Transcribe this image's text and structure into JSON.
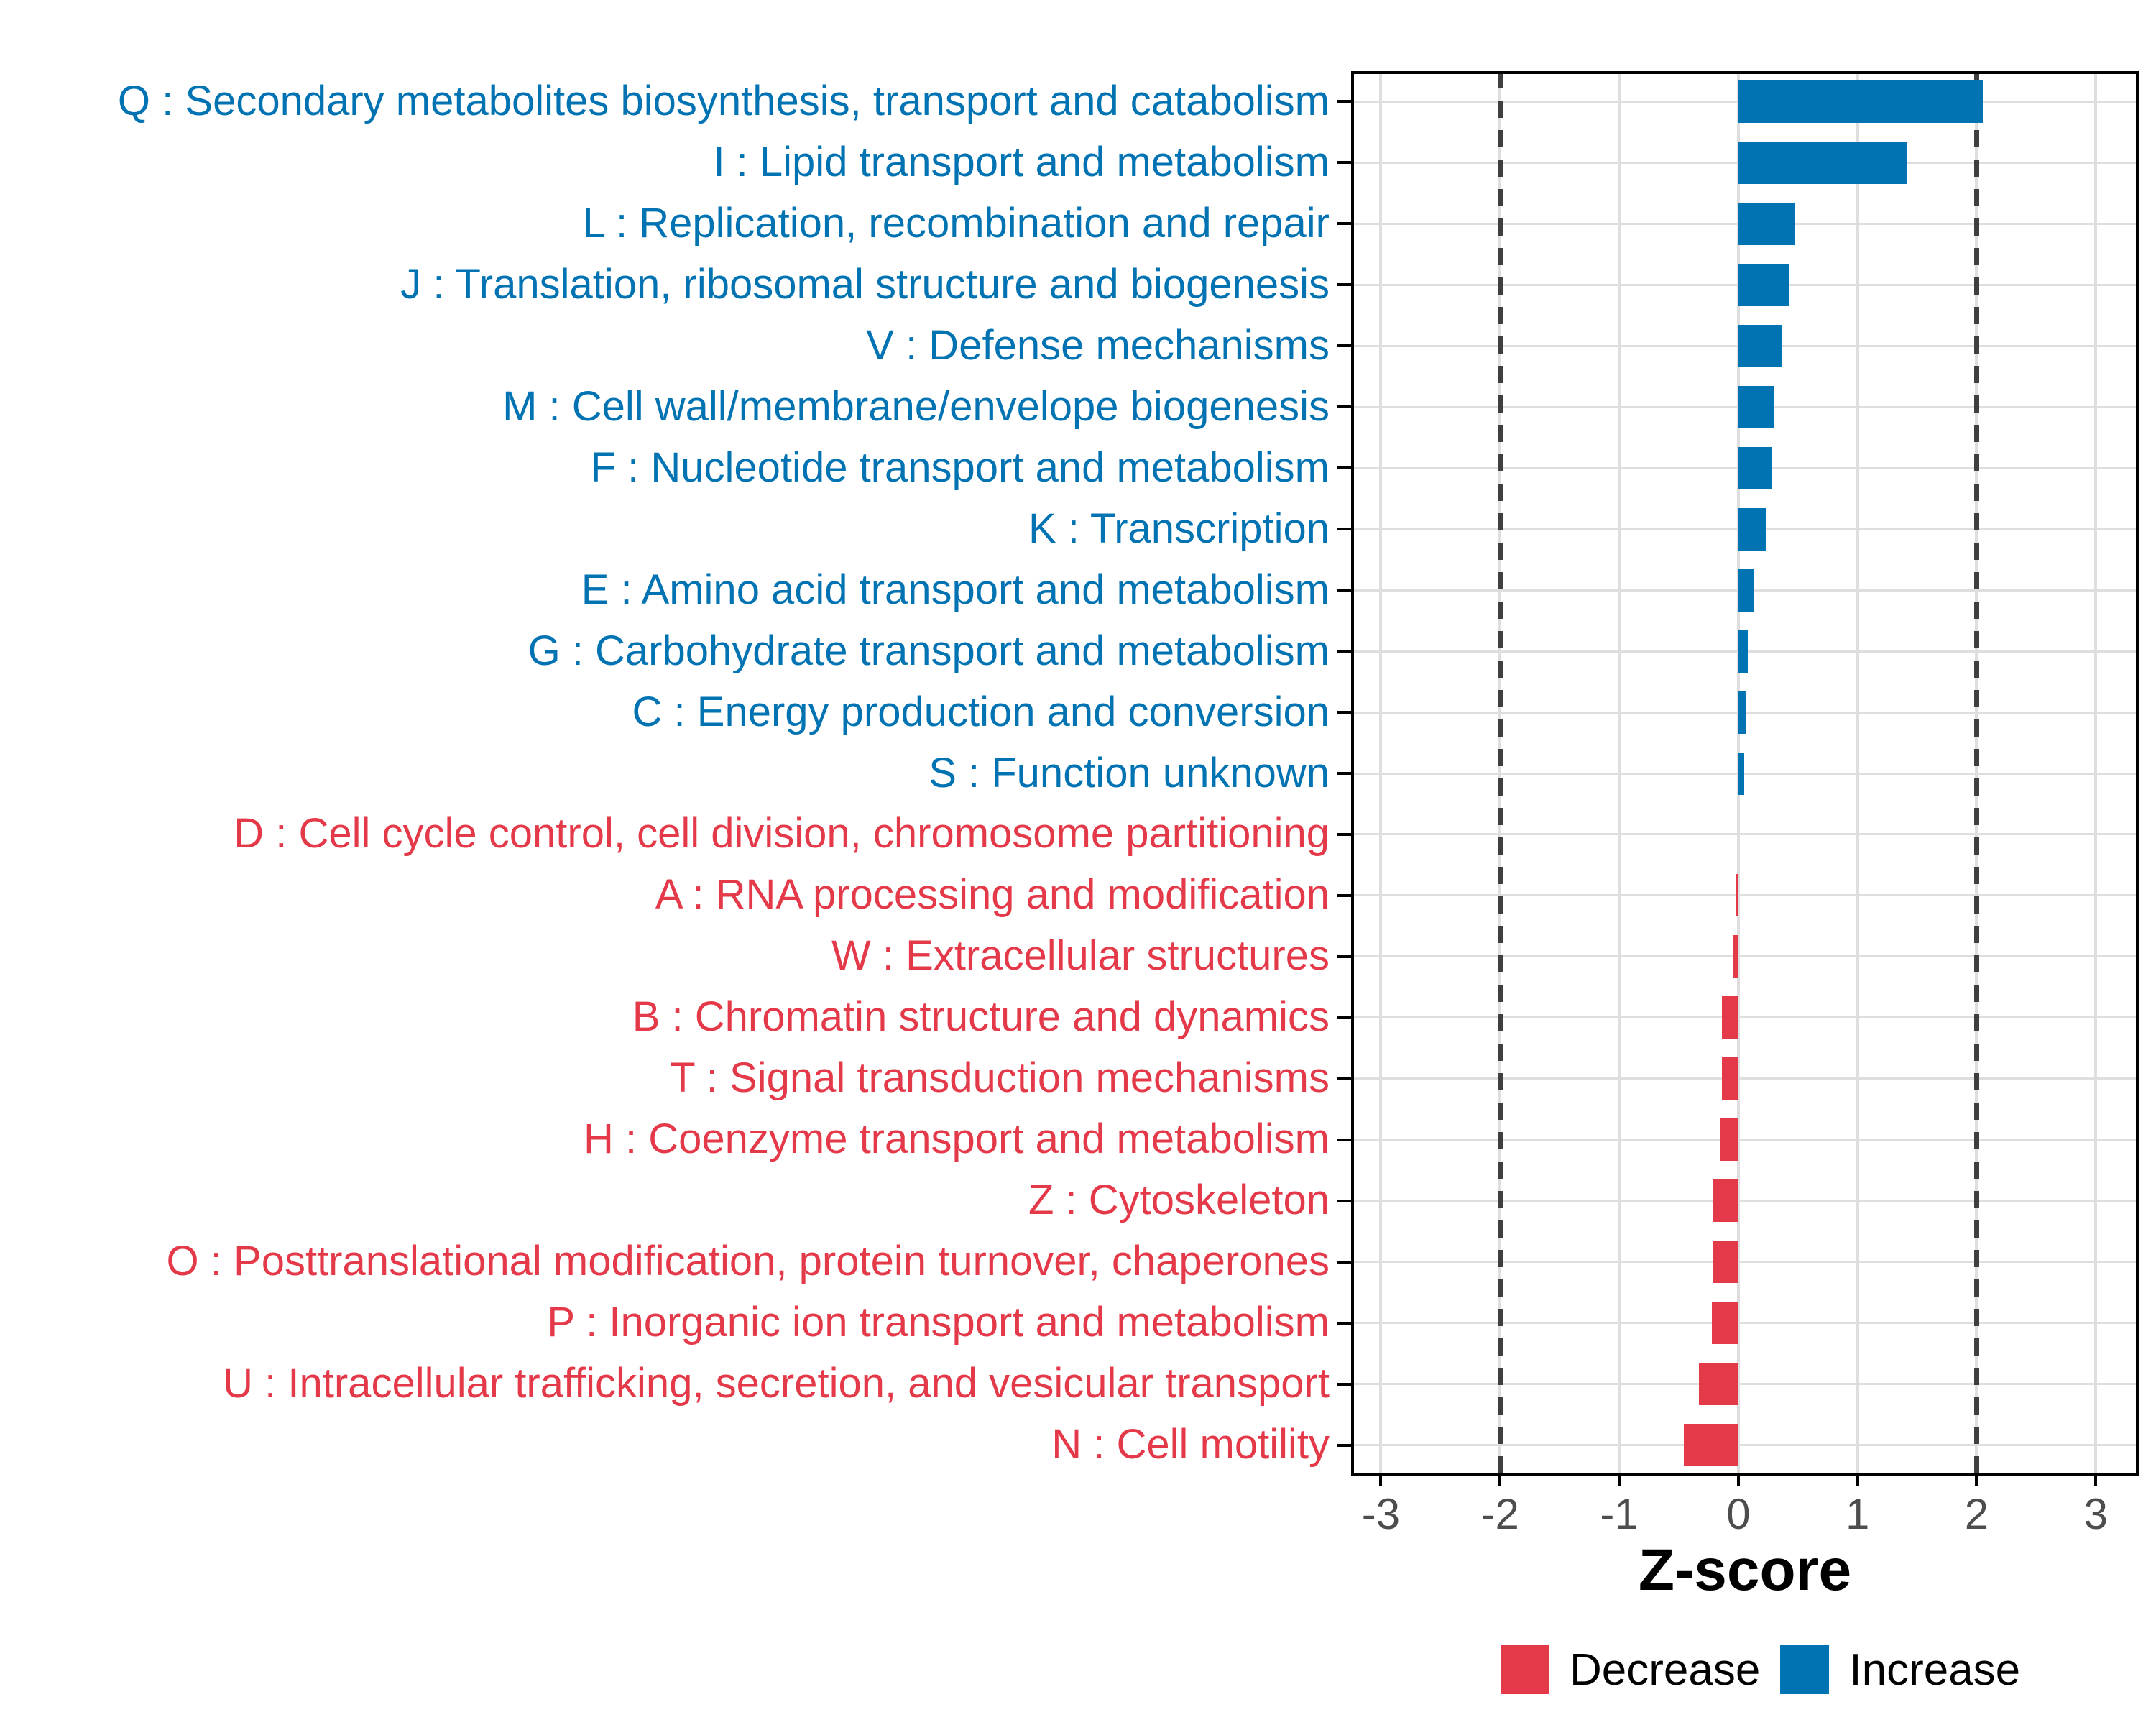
{
  "figure": {
    "background": "#ffffff"
  },
  "axis": {
    "xlabel": "Z-score",
    "tick_labels": [
      "-3",
      "-2",
      "-1",
      "0",
      "1",
      "2",
      "3"
    ]
  },
  "legend": {
    "items": [
      {
        "label": "Decrease",
        "color": "#e43949"
      },
      {
        "label": "Increase",
        "color": "#0173b2"
      }
    ]
  },
  "colors": {
    "increase": "#0173b2",
    "decrease": "#e43949",
    "grid": "#dedede",
    "reference_line": "#3f3f3f",
    "tick_label": "#4d4d4d",
    "panel_border": "#000000"
  },
  "chart_data": {
    "type": "bar",
    "orientation": "horizontal",
    "title": "",
    "xlabel": "Z-score",
    "ylabel": "",
    "xlim": [
      -3.25,
      3.36
    ],
    "x_ticks": [
      -3,
      -2,
      -1,
      0,
      1,
      2,
      3
    ],
    "reference_lines": [
      -2,
      2
    ],
    "grid": "on",
    "legend_position": "bottom-right",
    "categories": [
      "Q : Secondary metabolites biosynthesis, transport and catabolism",
      "I : Lipid transport and metabolism",
      "L : Replication, recombination and repair",
      "J : Translation, ribosomal structure and biogenesis",
      "V : Defense mechanisms",
      "M : Cell wall/membrane/envelope biogenesis",
      "F : Nucleotide transport and metabolism",
      "K : Transcription",
      "E : Amino acid transport and metabolism",
      "G : Carbohydrate transport and metabolism",
      "C : Energy production and conversion",
      "S : Function unknown",
      "D : Cell cycle control, cell division, chromosome partitioning",
      "A : RNA processing and modification",
      "W : Extracellular structures",
      "B : Chromatin structure and dynamics",
      "T : Signal transduction mechanisms",
      "H : Coenzyme transport and metabolism",
      "Z : Cytoskeleton",
      "O : Posttranslational modification, protein turnover, chaperones",
      "P : Inorganic ion transport and metabolism",
      "U : Intracellular trafficking, secretion, and vesicular transport",
      "N : Cell motility"
    ],
    "values": [
      2.05,
      1.41,
      0.48,
      0.43,
      0.36,
      0.3,
      0.28,
      0.23,
      0.13,
      0.08,
      0.06,
      0.05,
      0.0,
      -0.02,
      -0.05,
      -0.14,
      -0.14,
      -0.15,
      -0.21,
      -0.21,
      -0.22,
      -0.33,
      -0.46
    ],
    "groups": [
      "Increase",
      "Increase",
      "Increase",
      "Increase",
      "Increase",
      "Increase",
      "Increase",
      "Increase",
      "Increase",
      "Increase",
      "Increase",
      "Increase",
      "Decrease",
      "Decrease",
      "Decrease",
      "Decrease",
      "Decrease",
      "Decrease",
      "Decrease",
      "Decrease",
      "Decrease",
      "Decrease",
      "Decrease"
    ]
  }
}
